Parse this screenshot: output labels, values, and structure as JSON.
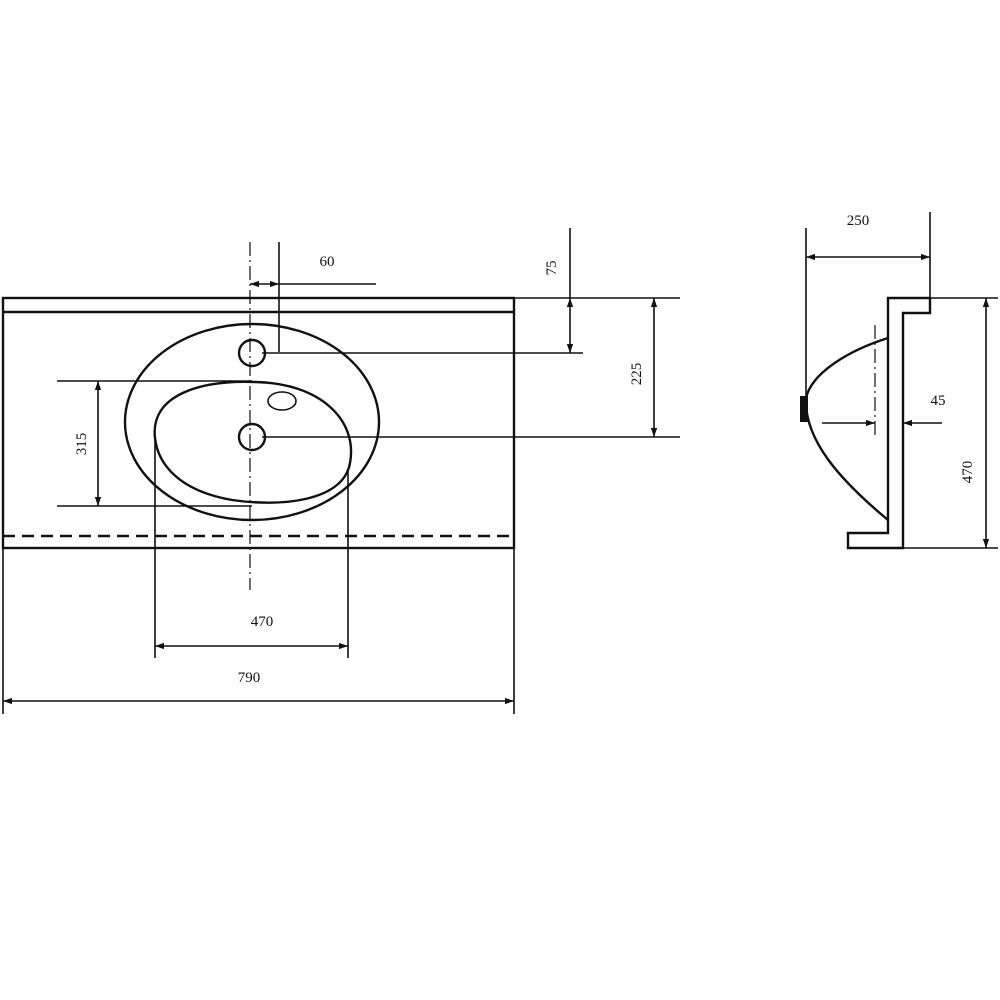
{
  "front_view": {
    "dimensions": {
      "faucet_offset": "60",
      "top_to_hole": "75",
      "depth_to_drain": "225",
      "bowl_depth": "315",
      "bowl_width": "470",
      "total_width": "790"
    }
  },
  "side_view": {
    "dimensions": {
      "projection": "250",
      "wall_thickness": "45",
      "height": "470"
    }
  }
}
